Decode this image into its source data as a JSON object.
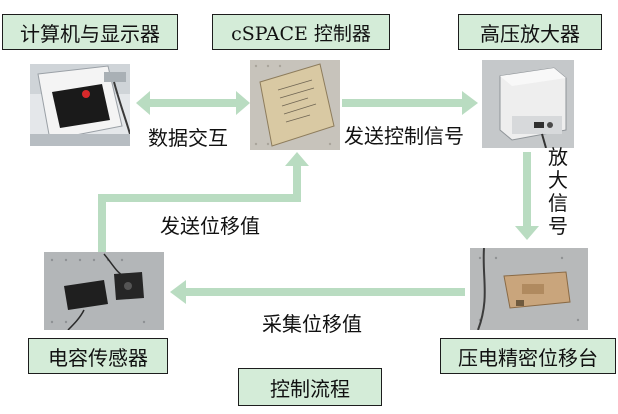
{
  "boxes": {
    "computer": "计算机与显示器",
    "controller": "cSPACE 控制器",
    "amplifier": "高压放大器",
    "sensor": "电容传感器",
    "stage": "压电精密位移台",
    "flow_title": "控制流程"
  },
  "arrows": {
    "interact": "数据交互",
    "send_control": "发送控制信号",
    "amplify": [
      "放",
      "大",
      "信",
      "号"
    ],
    "send_displacement": "发送位移值",
    "collect_displacement": "采集位移值"
  },
  "colors": {
    "box_fill": "#d4ecd8",
    "arrow": "#b9dcc1",
    "border": "#1d1d1d"
  }
}
